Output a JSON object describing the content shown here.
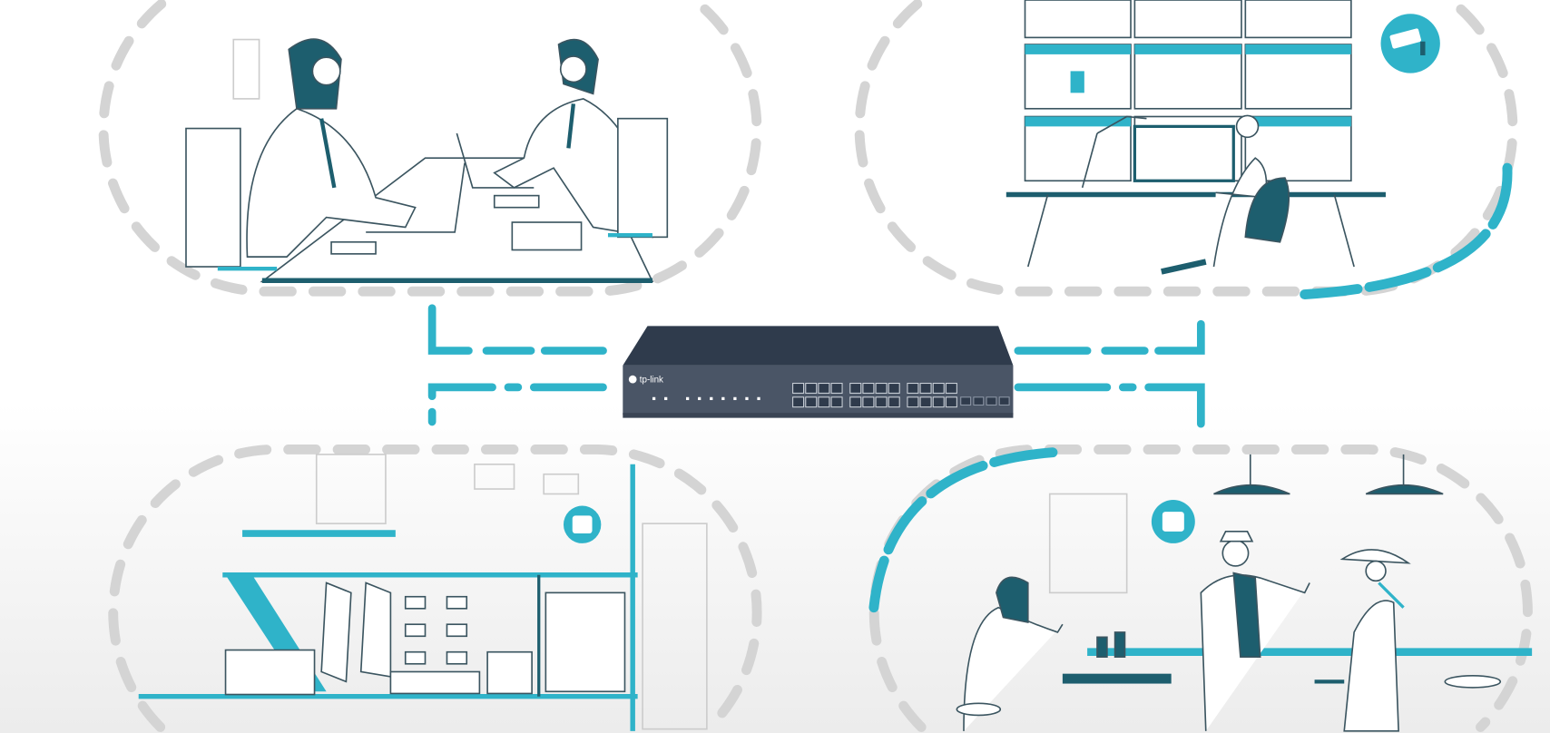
{
  "switch": {
    "brand_logo": "tp-link",
    "port_count": 24,
    "sfp_count": 4
  },
  "scenes": [
    {
      "name": "office",
      "label": ""
    },
    {
      "name": "surveillance",
      "label": ""
    },
    {
      "name": "retail-store",
      "label": ""
    },
    {
      "name": "bar",
      "label": ""
    }
  ],
  "colors": {
    "teal": "#2fb3c9",
    "dark_teal": "#1d5e6e",
    "gray_dash": "#d4d4d4",
    "switch_top": "#2f3b4c",
    "switch_front": "#4a5566"
  },
  "icons": [
    "security-camera-icon",
    "access-point-icon",
    "access-point-icon"
  ]
}
